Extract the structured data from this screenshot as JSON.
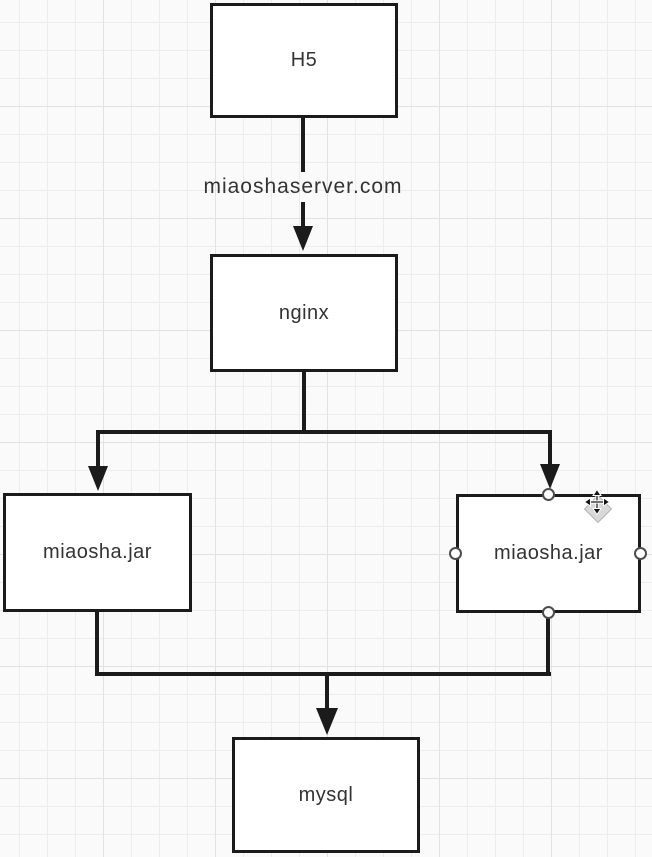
{
  "diagram": {
    "nodes": {
      "h5": {
        "label": "H5"
      },
      "nginx": {
        "label": "nginx"
      },
      "app_left": {
        "label": "miaosha.jar"
      },
      "app_right": {
        "label": "miaosha.jar",
        "selected": true
      },
      "mysql": {
        "label": "mysql"
      }
    },
    "edges": {
      "h5_to_nginx": {
        "label": "miaoshaserver.com"
      }
    },
    "icons": {
      "arrowhead": "arrowhead-icon",
      "selection_handle": "selection-handle",
      "move_cursor": "move-cursor-icon"
    },
    "colors": {
      "background": "#fafafa",
      "grid_minor": "#ededed",
      "grid_major": "#e2e2e2",
      "stroke": "#1b1b1b",
      "node_fill": "#ffffff",
      "text": "#333333",
      "handle_fill": "#ffffff",
      "handle_stroke": "#4d4d4d",
      "cursor_diamond": "#d9d9d9",
      "cursor_arrow": "#141414"
    }
  }
}
